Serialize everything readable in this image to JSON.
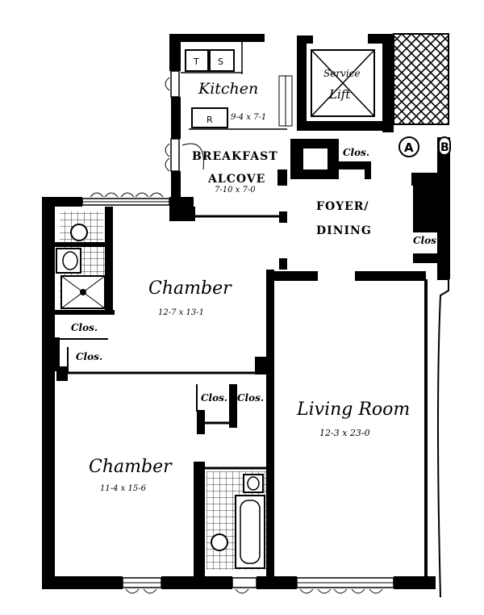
{
  "rooms": {
    "kitchen": {
      "name": "Kitchen",
      "dims": "9-4 x 7-1"
    },
    "breakfast": {
      "line1": "BREAKFAST",
      "line2": "ALCOVE",
      "dims": "7-10 x 7-0"
    },
    "foyer": {
      "line1": "FOYER/",
      "line2": "DINING"
    },
    "chamber_upper": {
      "name": "Chamber",
      "dims": "12-7 x 13-1"
    },
    "chamber_lower": {
      "name": "Chamber",
      "dims": "11-4 x 15-6"
    },
    "living": {
      "name": "Living Room",
      "dims": "12-3 x 23-0"
    },
    "service": {
      "line1": "Service",
      "line2": "Lift"
    }
  },
  "closets": {
    "foyer_top": "Clos.",
    "foyer_right": "Clos.",
    "bath_1": "Clos.",
    "bath_2": "Clos.",
    "mid_1": "Clos.",
    "mid_2": "Clos."
  },
  "kitchen_fixtures": {
    "t": "T",
    "s": "S",
    "r": "R"
  },
  "markers": {
    "a": "A",
    "b": "B"
  }
}
